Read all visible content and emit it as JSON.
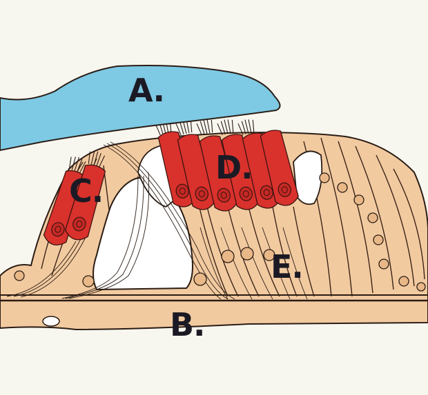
{
  "labels": {
    "a": "A.",
    "b": "B.",
    "c": "C.",
    "d": "D.",
    "e": "E."
  },
  "colors": {
    "background": "#f7f6ef",
    "tectorial_membrane": "#7ec9e4",
    "support_tissue": "#f2caa0",
    "hair_cell": "#d9312c",
    "outline": "#2a1c14"
  }
}
